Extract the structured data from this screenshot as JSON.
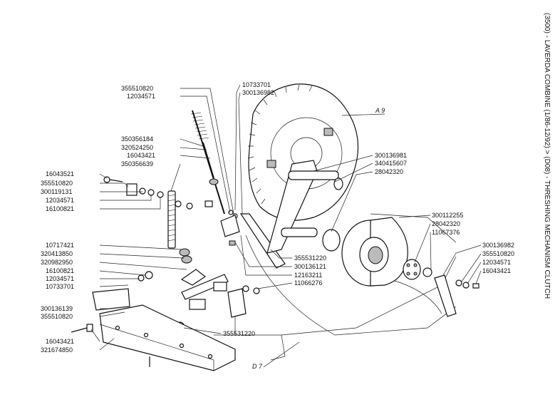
{
  "title": "(3500) - LAVERDA COMBINE (1/86-12/92) > (D08) - THRESHING MECHANISM CLUTCH",
  "references": [
    "A 9",
    "D 7"
  ],
  "part_labels": [
    "355510820",
    "12034571",
    "350356184",
    "320524250",
    "16043421",
    "350356639",
    "16043521",
    "355510820",
    "300119131",
    "12034571",
    "16100821",
    "10717421",
    "320413850",
    "320982950",
    "16100821",
    "12034571",
    "10733701",
    "300136139",
    "355510820",
    "16043421",
    "321674850",
    "10733701",
    "300136982",
    "300136981",
    "340415607",
    "28042320",
    "355531220",
    "300136121",
    "12163211",
    "11066276",
    "355531220",
    "300112255",
    "28042320",
    "11067376",
    "300136982",
    "355510820",
    "12034571",
    "16043421"
  ]
}
